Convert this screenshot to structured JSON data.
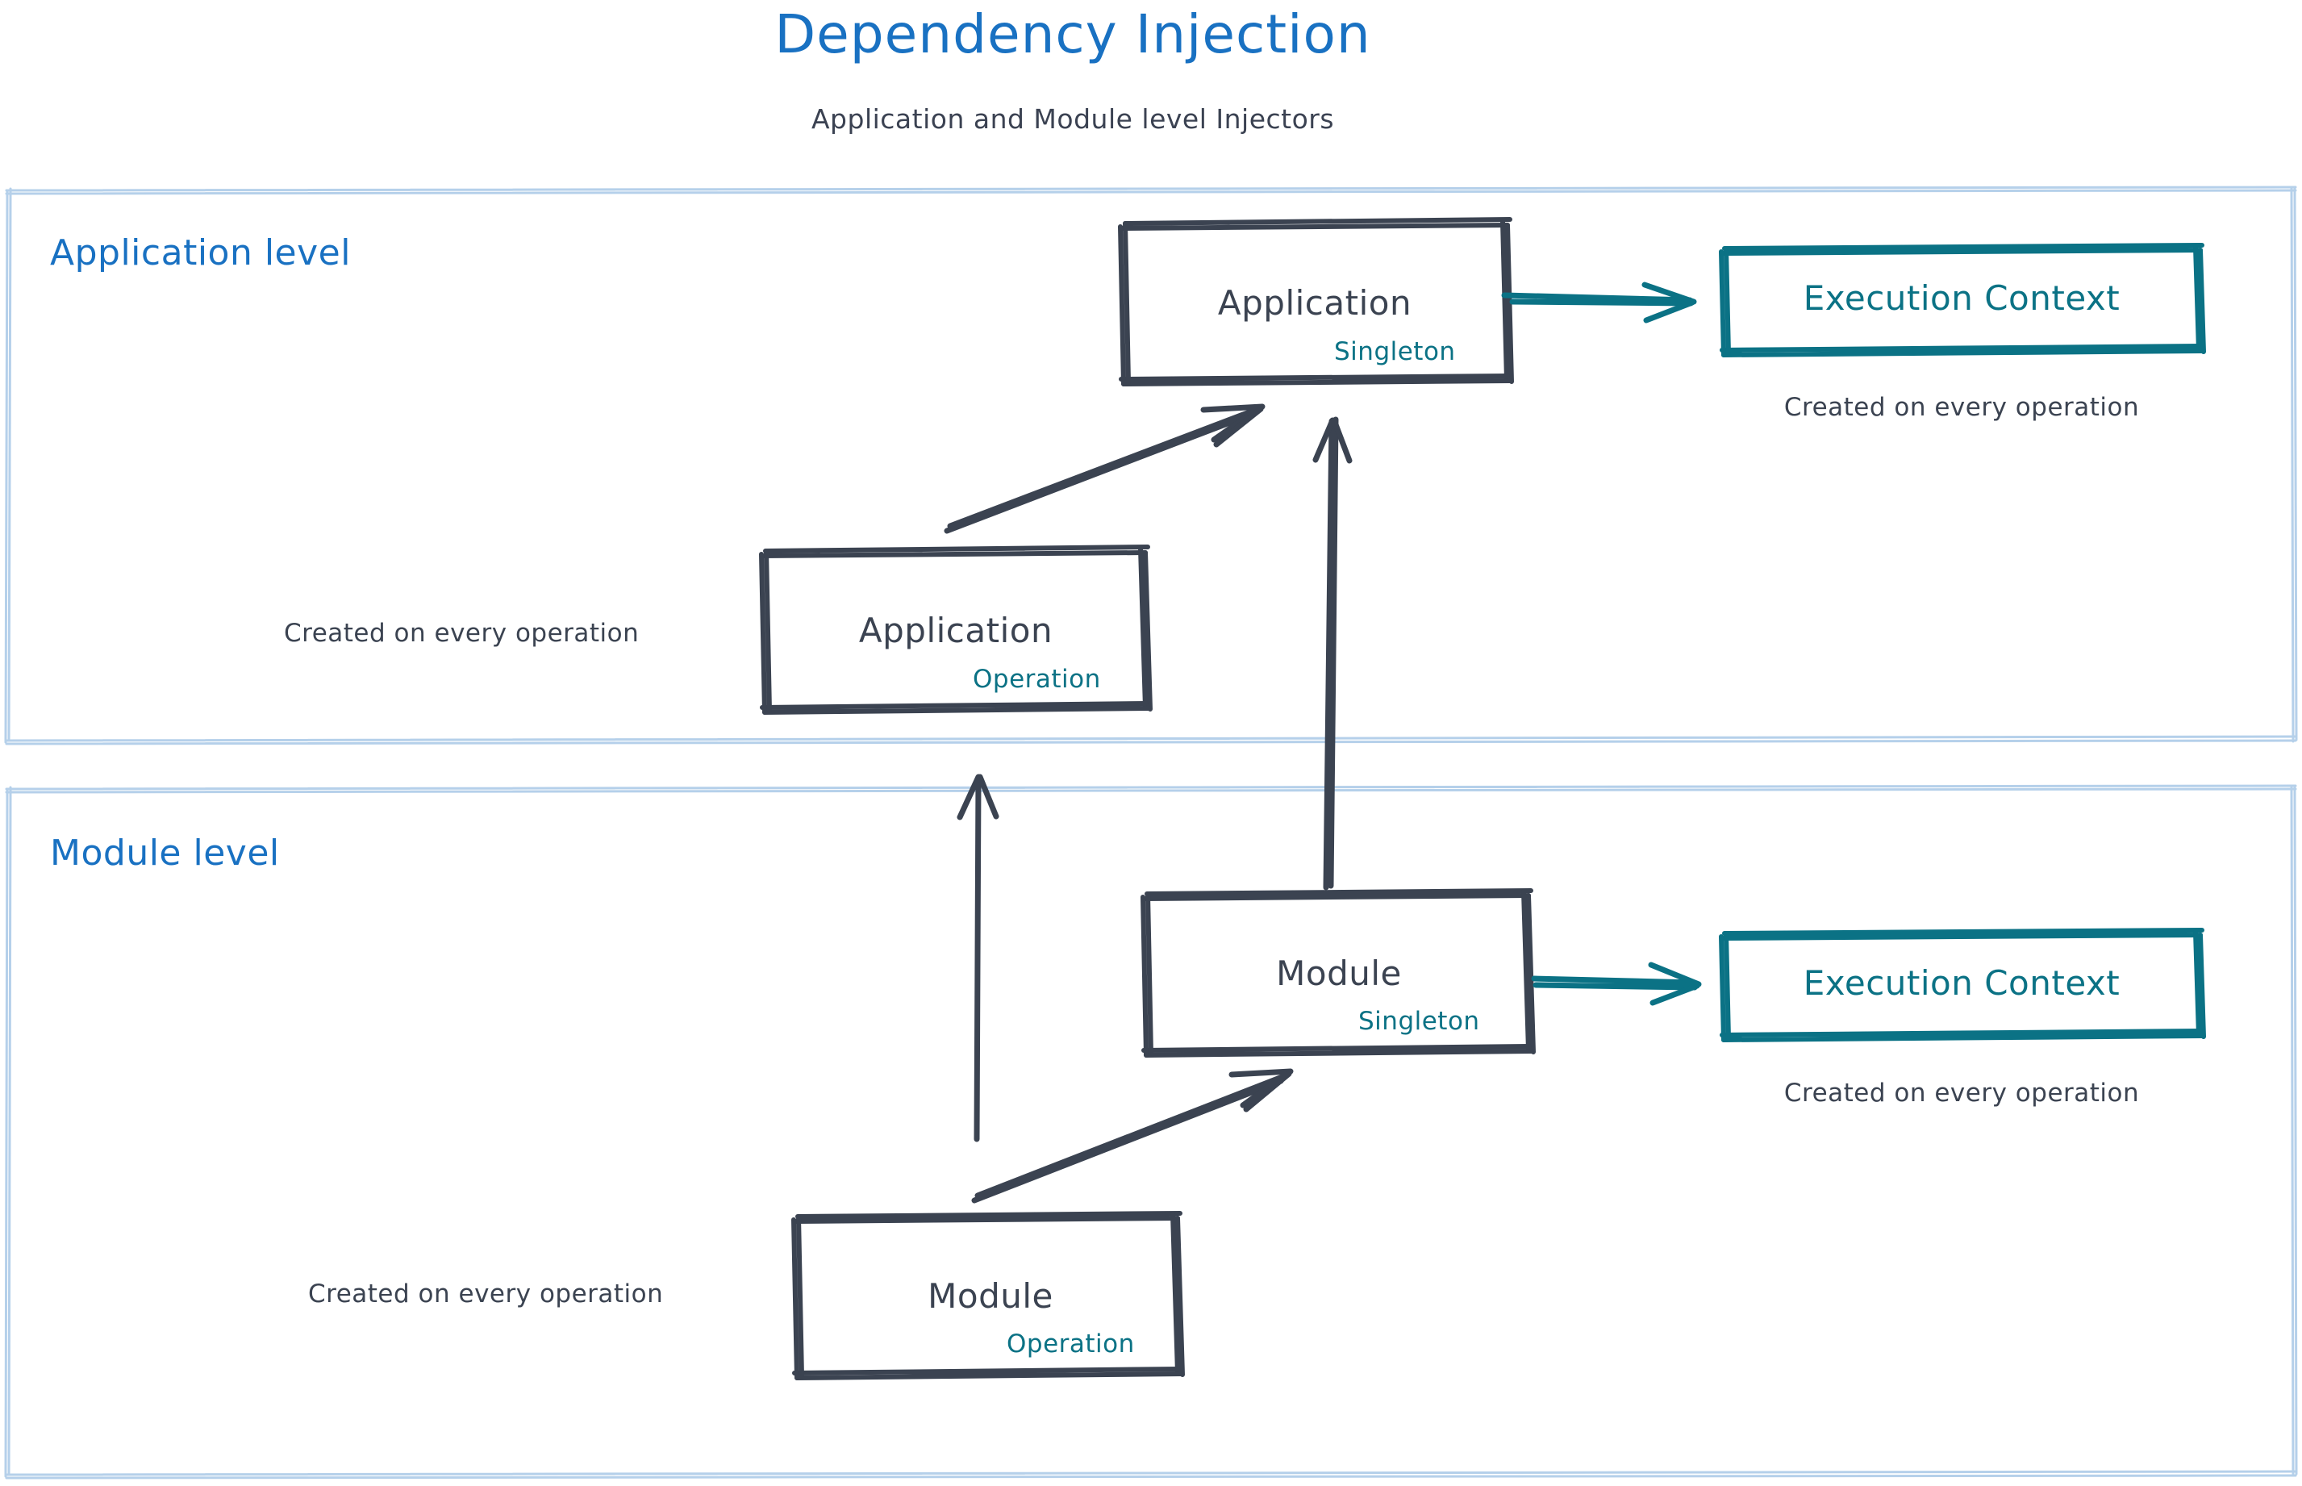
{
  "header": {
    "title": "Dependency Injection",
    "subtitle": "Application and Module level Injectors",
    "title_color": "#1971c2",
    "subtitle_color": "#3b4252"
  },
  "colors": {
    "accent_blue": "#1971c2",
    "panel_border": "#a5c8e8",
    "node_stroke": "#3b4351",
    "teal": "#0b7285",
    "ink": "#3b4351",
    "background": "#ffffff"
  },
  "panels": [
    {
      "id": "application-level",
      "label": "Application level",
      "nodes": [
        {
          "id": "application-singleton",
          "title": "Application",
          "scope": "Singleton",
          "stroke": "#3b4351",
          "scope_color": "#0b7285"
        },
        {
          "id": "application-operation",
          "title": "Application",
          "scope": "Operation",
          "stroke": "#3b4351",
          "scope_color": "#0b7285"
        },
        {
          "id": "execution-context-application",
          "title": "Execution Context",
          "scope": "",
          "stroke": "#0b7285",
          "scope_color": "#0b7285"
        }
      ],
      "captions": [
        {
          "id": "caption-ec-application",
          "text": "Created on every operation"
        },
        {
          "id": "caption-application-operation",
          "text": "Created on every operation"
        }
      ]
    },
    {
      "id": "module-level",
      "label": "Module level",
      "nodes": [
        {
          "id": "module-singleton",
          "title": "Module",
          "scope": "Singleton",
          "stroke": "#3b4351",
          "scope_color": "#0b7285"
        },
        {
          "id": "module-operation",
          "title": "Module",
          "scope": "Operation",
          "stroke": "#3b4351",
          "scope_color": "#0b7285"
        },
        {
          "id": "execution-context-module",
          "title": "Execution Context",
          "scope": "",
          "stroke": "#0b7285",
          "scope_color": "#0b7285"
        }
      ],
      "captions": [
        {
          "id": "caption-ec-module",
          "text": "Created on every operation"
        },
        {
          "id": "caption-module-operation",
          "text": "Created on every operation"
        }
      ]
    }
  ],
  "edges": [
    {
      "id": "edge-app-operation-to-app-singleton",
      "from": "application-operation",
      "to": "application-singleton",
      "color": "#3b4351",
      "style": "double-line-arrow"
    },
    {
      "id": "edge-app-singleton-to-ec-app",
      "from": "application-singleton",
      "to": "execution-context-application",
      "color": "#0b7285",
      "style": "double-line-arrow"
    },
    {
      "id": "edge-module-singleton-to-app-singleton",
      "from": "module-singleton",
      "to": "application-singleton",
      "color": "#3b4351",
      "style": "double-line-arrow"
    },
    {
      "id": "edge-module-operation-to-app-operation",
      "from": "module-operation",
      "to": "application-operation",
      "color": "#3b4351",
      "style": "single-line-arrow"
    },
    {
      "id": "edge-module-operation-to-module-singleton",
      "from": "module-operation",
      "to": "module-singleton",
      "color": "#3b4351",
      "style": "double-line-arrow"
    },
    {
      "id": "edge-module-singleton-to-ec-module",
      "from": "module-singleton",
      "to": "execution-context-module",
      "color": "#0b7285",
      "style": "double-line-arrow"
    }
  ]
}
